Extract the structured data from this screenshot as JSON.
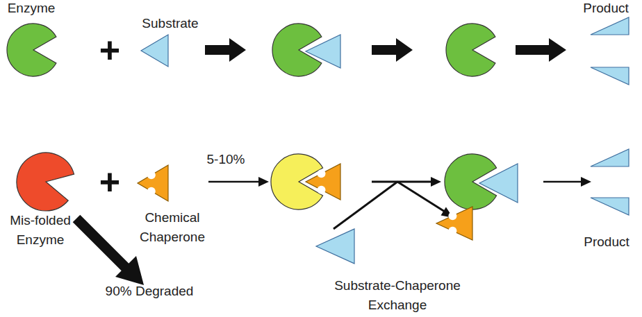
{
  "diagram": {
    "nodes": [
      {
        "text": [
          "Enzyme"
        ]
      },
      {
        "text": [
          "Substrate"
        ]
      },
      {
        "text": [
          "Product"
        ]
      },
      {
        "text": [
          "Mis-folded Enzyme"
        ]
      },
      {
        "text": [
          "Chemical Chaperone"
        ]
      },
      {
        "text": [
          "Product"
        ]
      }
    ],
    "labels": [
      "+",
      "+",
      "5-10%",
      "90% Degraded",
      "Substrate-Chaperone Exchange"
    ]
  }
}
